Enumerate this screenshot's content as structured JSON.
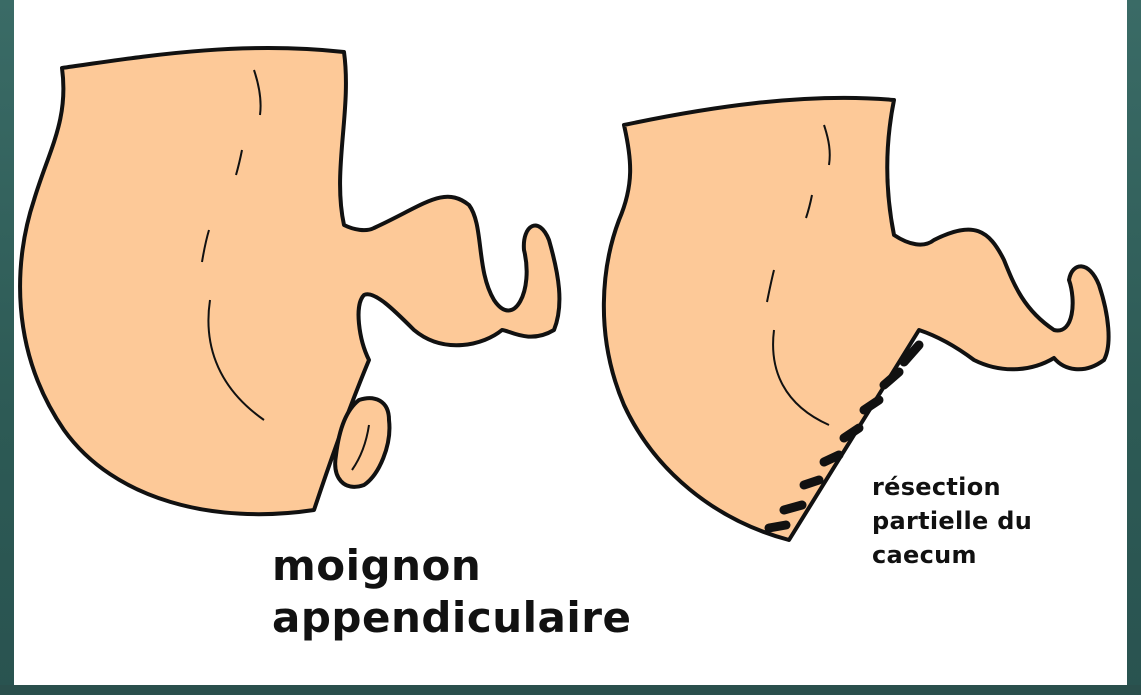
{
  "colors": {
    "frame": "#2f5f5a",
    "panel": "#ffffff",
    "tissue_fill": "#fdc998",
    "outline": "#111111"
  },
  "left_figure": {
    "label_line1": "moignon",
    "label_line2": "appendiculaire"
  },
  "right_figure": {
    "label_line1": "résection",
    "label_line2": "partielle du",
    "label_line3": "caecum"
  }
}
